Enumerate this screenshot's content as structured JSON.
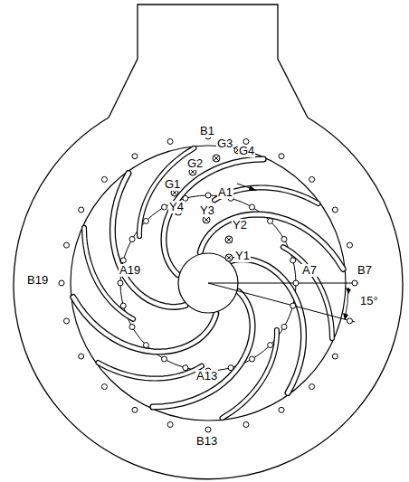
{
  "diagram": {
    "labels": [
      "B1",
      "G3",
      "G4",
      "G2",
      "G1",
      "A1",
      "Y4",
      "Y3",
      "Y2",
      "Y1",
      "A7",
      "B7",
      "B19",
      "A19",
      "A13",
      "B13",
      "15°"
    ]
  }
}
